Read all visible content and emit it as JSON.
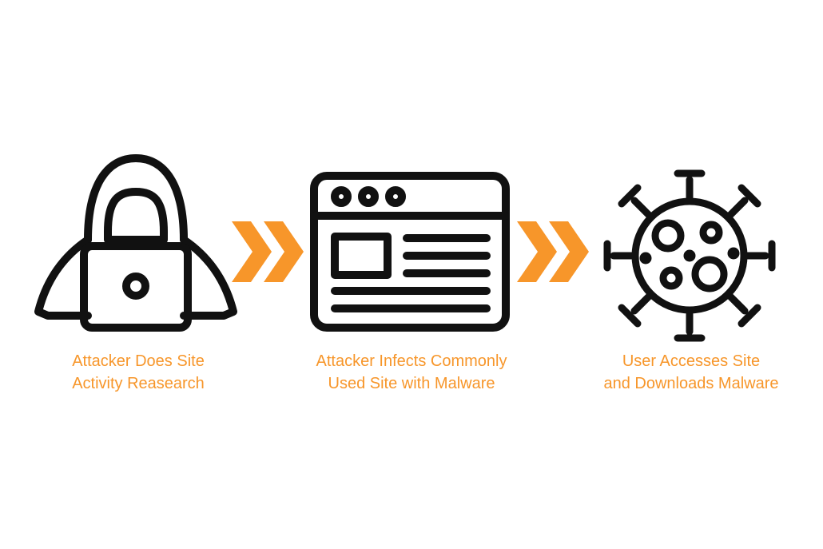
{
  "colors": {
    "accent": "#F7962A",
    "icon_stroke": "#111111",
    "background": "#FFFFFF"
  },
  "steps": [
    {
      "icon": "hacker-laptop-icon",
      "label_line1": "Attacker Does Site",
      "label_line2": "Activity Reasearch"
    },
    {
      "icon": "browser-window-icon",
      "label_line1": "Attacker Infects Commonly",
      "label_line2": "Used Site with Malware"
    },
    {
      "icon": "virus-icon",
      "label_line1": "User Accesses Site",
      "label_line2": "and Downloads Malware"
    }
  ],
  "connectors": [
    {
      "icon": "double-chevron-right-icon"
    },
    {
      "icon": "double-chevron-right-icon"
    }
  ]
}
